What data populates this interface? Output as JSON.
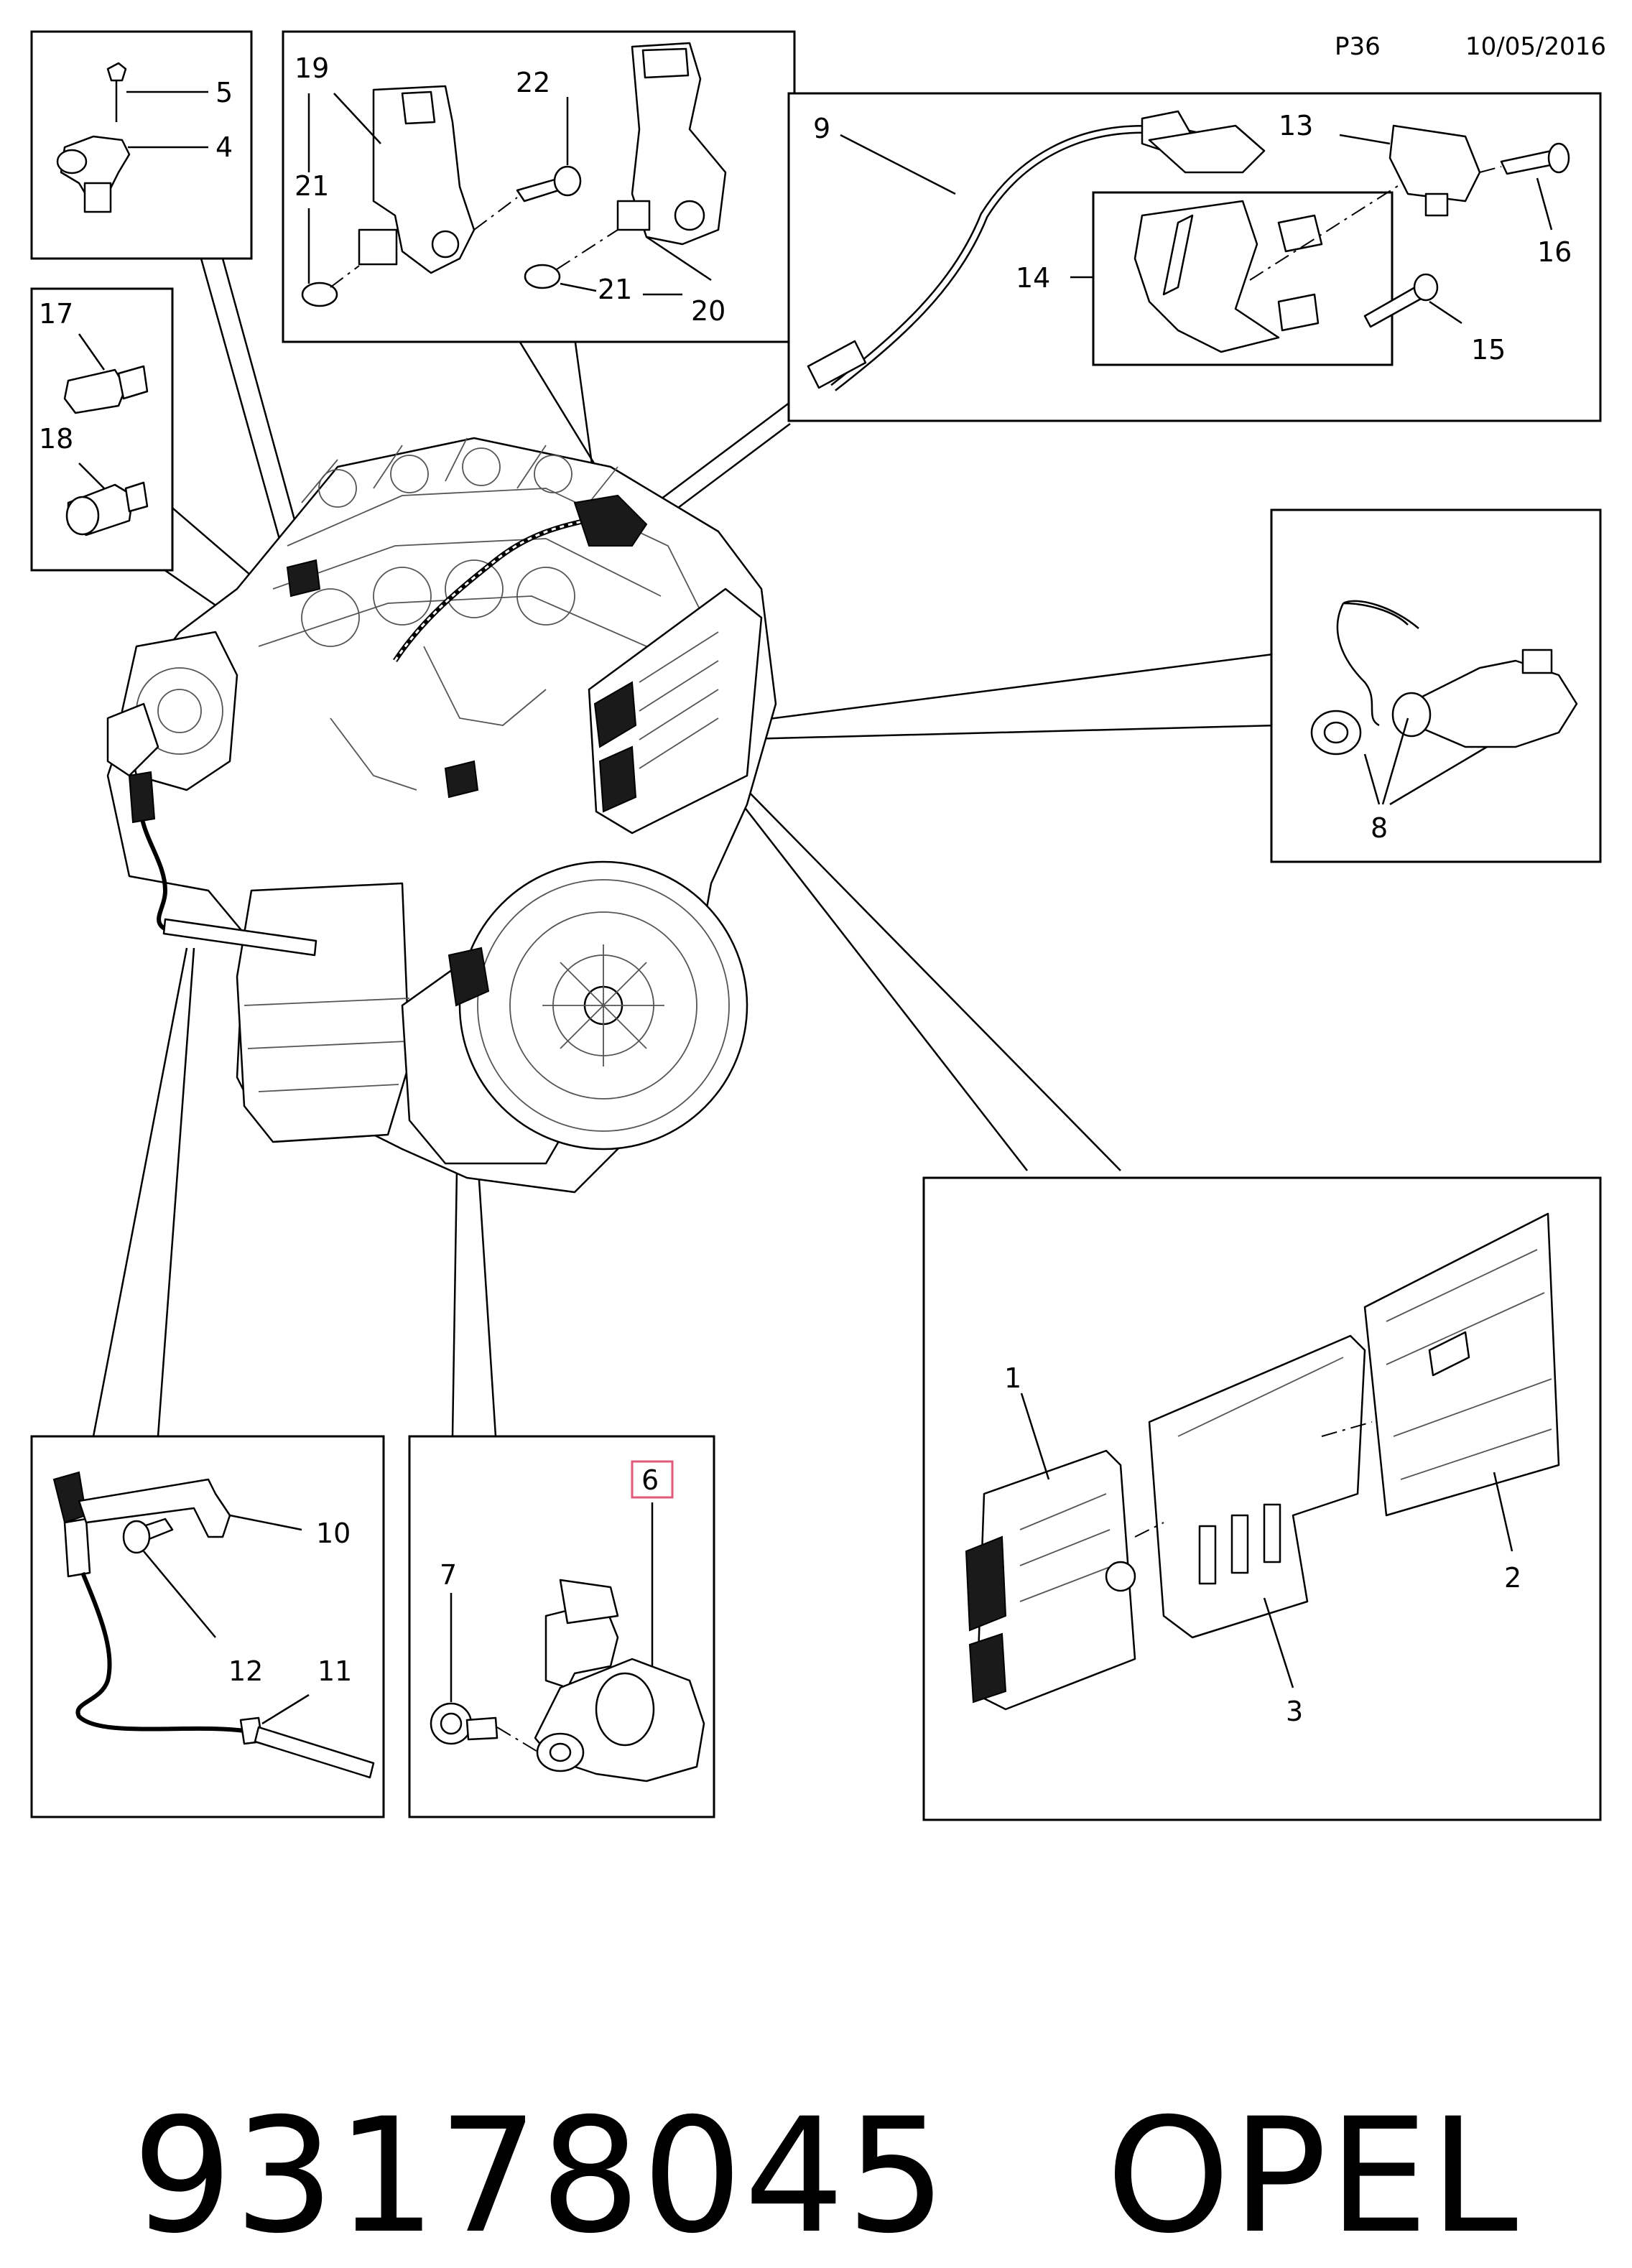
{
  "header": {
    "page_code": "P36",
    "date": "10/05/2016"
  },
  "callouts": {
    "n1": "1",
    "n2": "2",
    "n3": "3",
    "n4": "4",
    "n5": "5",
    "n6": "6",
    "n7": "7",
    "n8": "8",
    "n9": "9",
    "n10": "10",
    "n11": "11",
    "n12": "12",
    "n13": "13",
    "n14": "14",
    "n15": "15",
    "n16": "16",
    "n17": "17",
    "n18": "18",
    "n19": "19",
    "n20": "20",
    "n21": "21",
    "n22": "22"
  },
  "highlighted_callout": "6",
  "highlight_color": "#e05a7a",
  "footer": {
    "part_number": "93178045",
    "brand": "OPEL"
  }
}
